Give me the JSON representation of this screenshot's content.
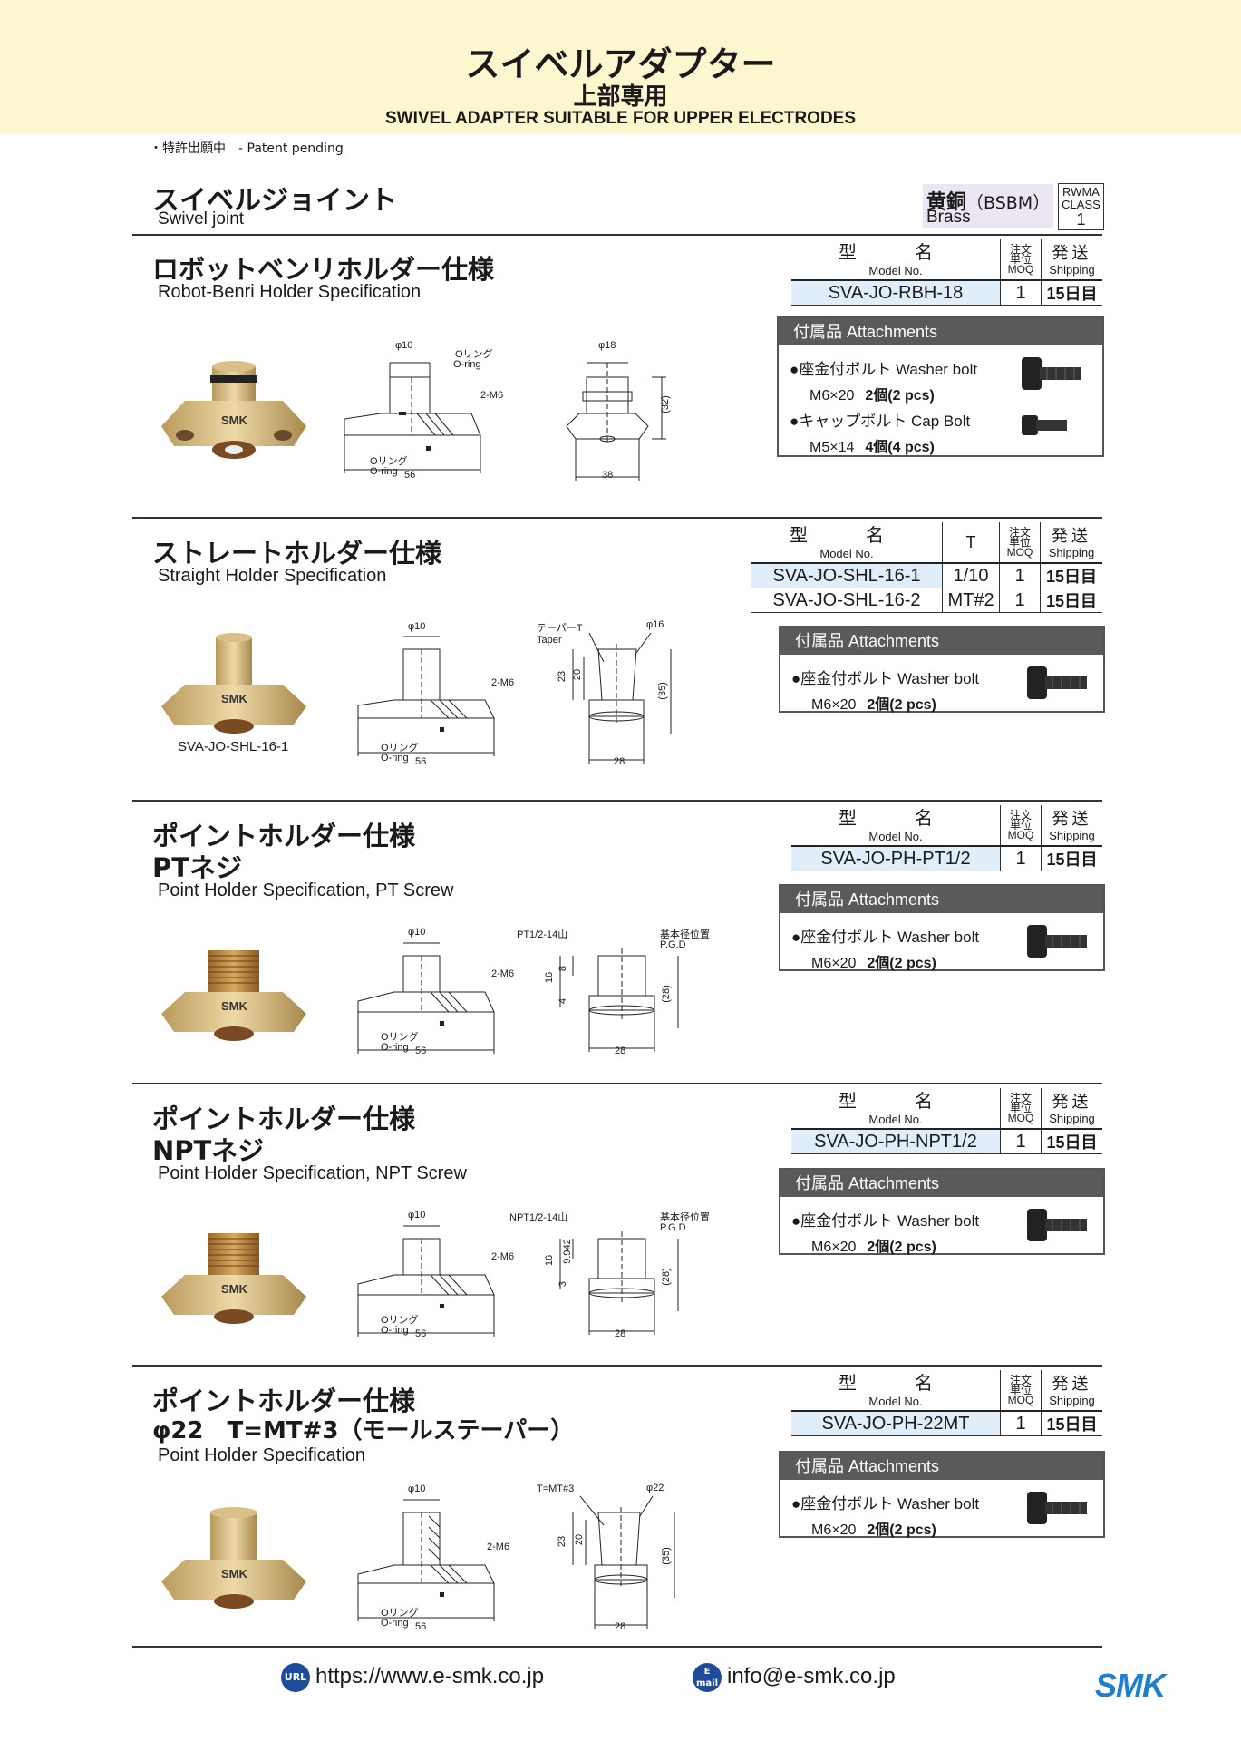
{
  "header": {
    "title_jp": "スイベルアダプター",
    "subtitle_jp": "上部専用",
    "title_en": "SWIVEL ADAPTER SUITABLE FOR UPPER ELECTRODES"
  },
  "patent": "・特許出願中　- Patent pending",
  "category": {
    "jp": "スイベルジョイント",
    "en": "Swivel joint"
  },
  "material": {
    "jp": "黄銅",
    "jp_code": "（BSBM）",
    "en": "Brass",
    "rwma_label": "RWMA CLASS",
    "rwma_class": "1"
  },
  "table_headers": {
    "model_jp": "型　名",
    "model_en": "Model No.",
    "moq_jp": "注文単位",
    "moq_en": "MOQ",
    "ship_jp": "発送",
    "ship_en": "Shipping",
    "t": "T"
  },
  "attachments_label": "付属品 Attachments",
  "sections": [
    {
      "title_jp": "ロボットベンリホルダー仕様",
      "title_jp2": "",
      "title_en": "Robot-Benri Holder Specification",
      "rows": [
        {
          "model": "SVA-JO-RBH-18",
          "moq": "1",
          "ship": "15日目"
        }
      ],
      "attachments": [
        {
          "name": "●座金付ボルト Washer bolt",
          "size": "M6×20",
          "qty": "2個(2 pcs)"
        },
        {
          "name": "●キャップボルト Cap Bolt",
          "size": "M5×14",
          "qty": "4個(4 pcs)"
        }
      ],
      "drawing": {
        "labels": [
          "φ10",
          "Oリング",
          "O-ring",
          "2-M6",
          "Oリング",
          "O-ring",
          "56",
          "φ18",
          "(32)",
          "38"
        ]
      }
    },
    {
      "title_jp": "ストレートホルダー仕様",
      "title_jp2": "",
      "title_en": "Straight Holder Specification",
      "rows": [
        {
          "model": "SVA-JO-SHL-16-1",
          "t": "1/10",
          "moq": "1",
          "ship": "15日目"
        },
        {
          "model": "SVA-JO-SHL-16-2",
          "t": "MT#2",
          "moq": "1",
          "ship": "15日目"
        }
      ],
      "attachments": [
        {
          "name": "●座金付ボルト Washer bolt",
          "size": "M6×20",
          "qty": "2個(2 pcs)"
        }
      ],
      "caption": "SVA-JO-SHL-16-1",
      "drawing": {
        "labels": [
          "φ10",
          "2-M6",
          "Oリング",
          "O-ring",
          "56",
          "テーパーT",
          "Taper",
          "φ16",
          "23",
          "20",
          "(35)",
          "28"
        ]
      }
    },
    {
      "title_jp": "ポイントホルダー仕様",
      "title_jp2": "PTネジ",
      "title_en": "Point Holder Specification, PT Screw",
      "rows": [
        {
          "model": "SVA-JO-PH-PT1/2",
          "moq": "1",
          "ship": "15日目"
        }
      ],
      "attachments": [
        {
          "name": "●座金付ボルト Washer bolt",
          "size": "M6×20",
          "qty": "2個(2 pcs)"
        }
      ],
      "drawing": {
        "labels": [
          "φ10",
          "2-M6",
          "Oリング",
          "O-ring",
          "56",
          "PT1/2-14山",
          "基本径位置",
          "P.G.D",
          "16",
          "8",
          "4",
          "(28)",
          "28"
        ]
      }
    },
    {
      "title_jp": "ポイントホルダー仕様",
      "title_jp2": "NPTネジ",
      "title_en": "Point Holder Specification, NPT Screw",
      "rows": [
        {
          "model": "SVA-JO-PH-NPT1/2",
          "moq": "1",
          "ship": "15日目"
        }
      ],
      "attachments": [
        {
          "name": "●座金付ボルト Washer bolt",
          "size": "M6×20",
          "qty": "2個(2 pcs)"
        }
      ],
      "drawing": {
        "labels": [
          "φ10",
          "2-M6",
          "Oリング",
          "O-ring",
          "56",
          "NPT1/2-14山",
          "基本径位置",
          "P.G.D",
          "16",
          "9.942",
          "3",
          "(28)",
          "28"
        ]
      }
    },
    {
      "title_jp": "ポイントホルダー仕様",
      "title_jp2": "φ22　T=MT#3（モールステーパー）",
      "title_en": "Point Holder Specification",
      "rows": [
        {
          "model": "SVA-JO-PH-22MT",
          "moq": "1",
          "ship": "15日目"
        }
      ],
      "attachments": [
        {
          "name": "●座金付ボルト Washer bolt",
          "size": "M6×20",
          "qty": "2個(2 pcs)"
        }
      ],
      "drawing": {
        "labels": [
          "φ10",
          "2-M6",
          "Oリング",
          "O-ring",
          "56",
          "T=MT#3",
          "φ22",
          "23",
          "20",
          "(35)",
          "28"
        ]
      }
    }
  ],
  "photo_logo": "SMK",
  "footer": {
    "url_icon": "URL",
    "url": "https://www.e-smk.co.jp",
    "mail_icon": "E mail",
    "email": "info@e-smk.co.jp",
    "logo": "SMK"
  },
  "colors": {
    "header_bg": "#fdf7cf",
    "model_cell": "#e0eef9",
    "attach_header": "#5a5a5a",
    "brand": "#1e7fd0"
  }
}
